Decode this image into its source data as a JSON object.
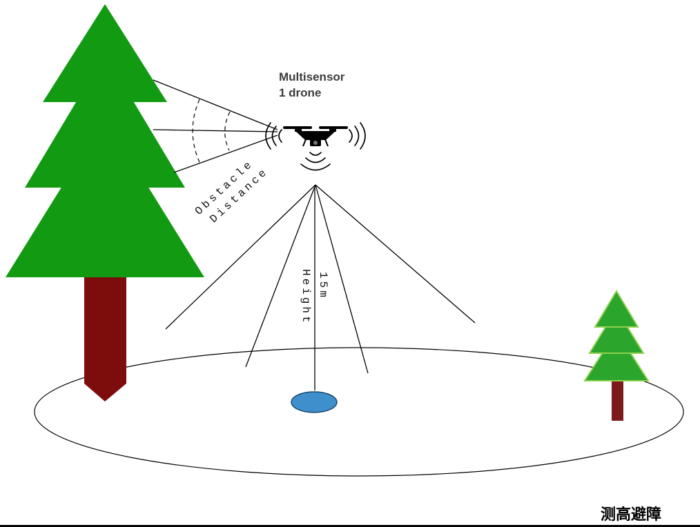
{
  "labels": {
    "drone_line1": "Multisensor",
    "drone_line2": "1 drone",
    "obstacle_line1": "Obstacle",
    "obstacle_line2": "Distance",
    "height_line1": "15m",
    "height_line2": "Height",
    "caption": "测高避障"
  },
  "icons": {
    "drone": "drone-icon (quadcopter front view with camera gimbal)",
    "signal_left": "signal-waves-left-icon",
    "signal_right": "signal-waves-right-icon",
    "signal_down": "signal-waves-down-icon"
  },
  "colors": {
    "tree_green": "#129b12",
    "small_tree_green": "#2ba52b",
    "small_tree_outline": "#8fd14f",
    "large_trunk": "#7d0d0d",
    "small_trunk": "#7d1a1a",
    "target_blue": "#3f8fcc",
    "target_blue_edge": "#1a4a6e",
    "label_gray": "#3c3c3c",
    "line_black": "#000000"
  }
}
